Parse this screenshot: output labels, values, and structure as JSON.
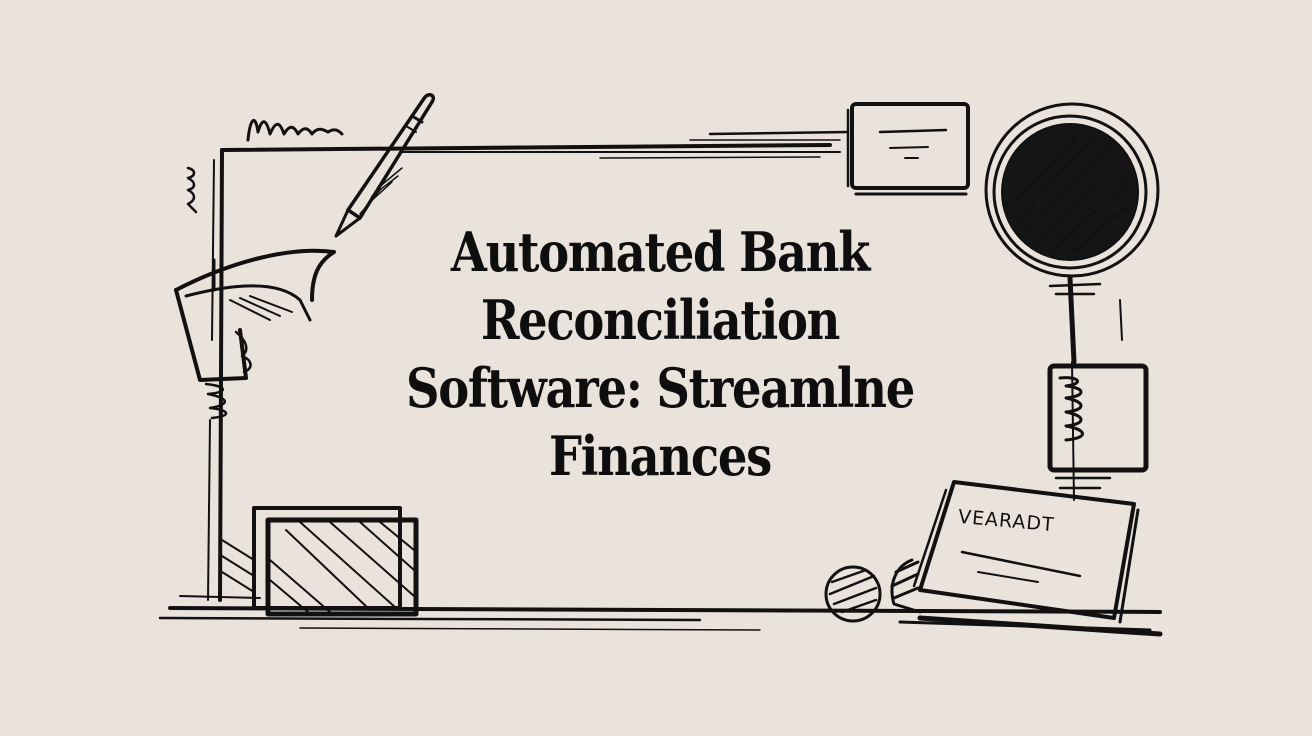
{
  "illustration": {
    "style": "hand-drawn ink sketch",
    "colors": {
      "background": "#eae3dc",
      "ink": "#111111"
    },
    "title_lines": [
      "Automated Bank",
      "Reconciliation",
      "Software: Streamlne",
      "Finances"
    ],
    "card_label": "VEARADT",
    "elements": [
      "scribble-icon",
      "pencil-icon",
      "document-frame",
      "folded-paper-icon",
      "monitor-icon",
      "magnifying-glass-icon",
      "jar-icon",
      "stacked-boxes-icon",
      "ball-icon",
      "signed-card-icon"
    ]
  }
}
